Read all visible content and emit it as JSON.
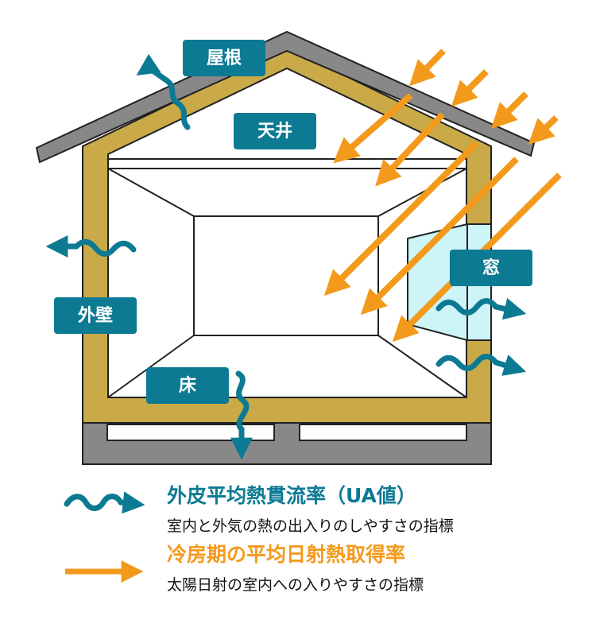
{
  "labels": {
    "roof": "屋根",
    "ceiling": "天井",
    "wall": "外壁",
    "window": "窓",
    "floor": "床"
  },
  "legend": {
    "ua": {
      "title": "外皮平均熱貫流率（UA値）",
      "desc": "室内と外気の熱の出入りのしやすさの指標",
      "icon": "wavy-arrow-icon"
    },
    "eta": {
      "title": "冷房期の平均日射熱取得率",
      "desc": "太陽日射の室内への入りやすさの指標",
      "icon": "straight-arrow-icon"
    }
  },
  "colors": {
    "teal": "#0d7a93",
    "orange": "#f39a1c",
    "insulation": "#c9a948",
    "roof_gray": "#888888",
    "outline": "#222222",
    "window_glass": "#cdf4f7"
  }
}
